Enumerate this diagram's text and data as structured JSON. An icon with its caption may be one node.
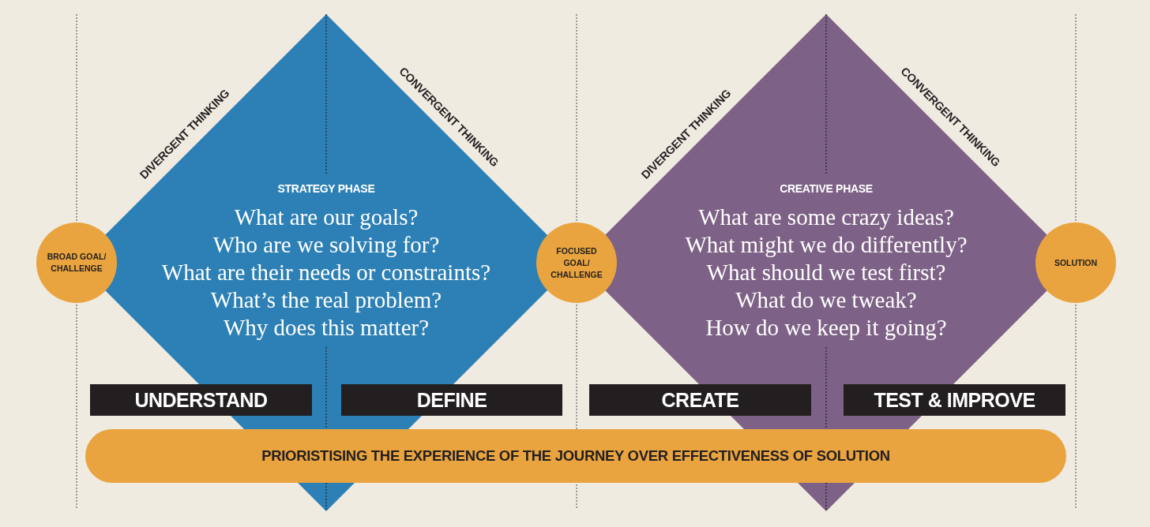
{
  "diagram": {
    "nodes": [
      {
        "text": [
          "STRATEGY PHASE",
          "What are our goals?",
          "Who are we solving for?",
          "What are their needs or constraints?",
          "What’s the real problem?",
          "Why does this matter?"
        ]
      },
      {
        "text": [
          "CREATIVE PHASE",
          "What are some crazy ideas?",
          "What might we do differently?",
          "What should we test first?",
          "What do we tweak?",
          "How do we keep it going?"
        ]
      },
      {
        "text": [
          "BROAD GOAL/ CHALLENGE"
        ]
      },
      {
        "text": [
          "FOCUSED GOAL/ CHALLENGE"
        ]
      },
      {
        "text": [
          "SOLUTION"
        ]
      },
      {
        "text": [
          "UNDERSTAND"
        ]
      },
      {
        "text": [
          "DEFINE"
        ]
      },
      {
        "text": [
          "CREATE"
        ]
      },
      {
        "text": [
          "TEST & IMPROVE"
        ]
      },
      {
        "text": [
          "PRIORISTISING THE EXPERIENCE OF THE JOURNEY OVER EFFECTIVENESS OF SOLUTION"
        ]
      }
    ],
    "edges": [],
    "labels": [
      "DIVERGENT THINKING",
      "CONVERGENT THINKING",
      "DIVERGENT THINKING",
      "CONVERGENT THINKING"
    ]
  }
}
